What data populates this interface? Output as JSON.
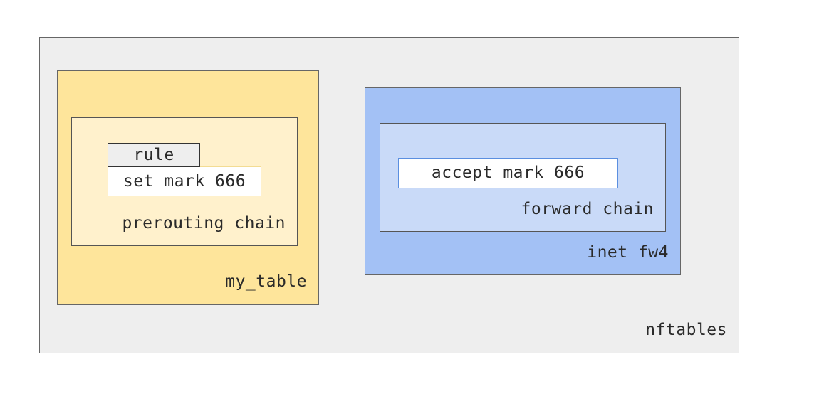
{
  "nftables": {
    "label": "nftables"
  },
  "my_table": {
    "label": "my_table",
    "prerouting_chain": {
      "label": "prerouting chain",
      "rule_tag": "rule",
      "rule_text": "set mark 666"
    }
  },
  "inet_fw4": {
    "label": "inet fw4",
    "forward_chain": {
      "label": "forward chain",
      "rule_text": "accept mark 666"
    }
  },
  "colors": {
    "nftables_fill": "#eeeeee",
    "my_table_fill": "#fee59b",
    "prerouting_fill": "#fff1cc",
    "fw4_fill": "#a3c1f5",
    "forward_fill": "#c9daf8",
    "accept_border": "#5b8fe0"
  }
}
